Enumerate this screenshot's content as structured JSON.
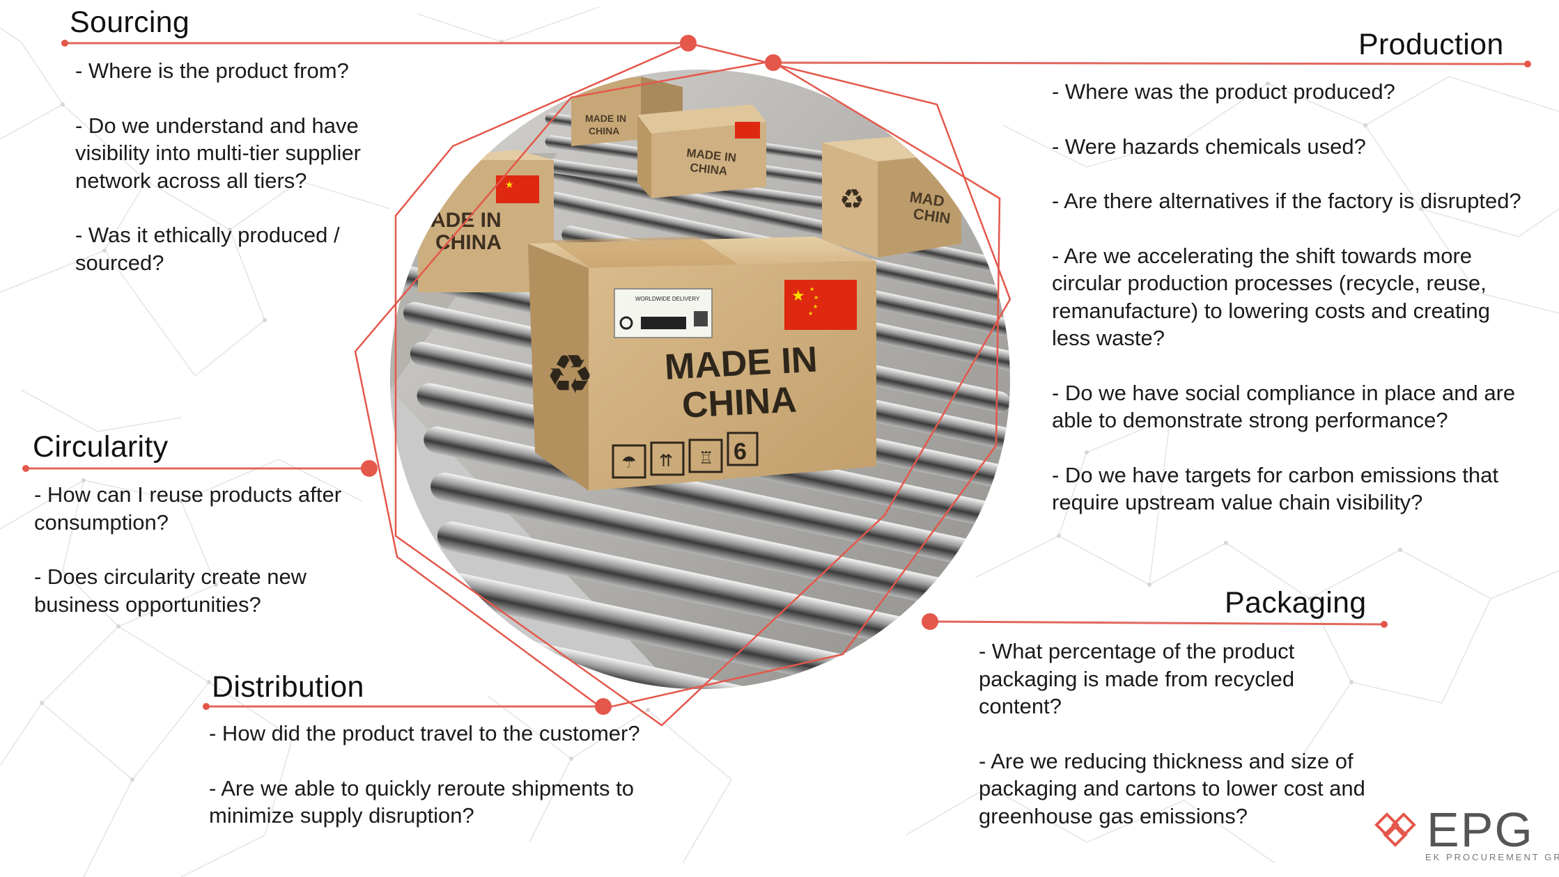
{
  "sections": {
    "sourcing": {
      "title": "Sourcing",
      "questions": [
        " - Where is the product from?",
        " - Do we understand and have visibility into multi-tier supplier network across all tiers?",
        " - Was it ethically produced / sourced?"
      ]
    },
    "production": {
      "title": "Production",
      "questions": [
        " - Where was the product produced?",
        " - Were hazards chemicals used?",
        " - Are there alternatives if the factory is disrupted?",
        " -  Are we accelerating the shift towards more circular production processes (recycle, reuse, remanufacture) to lowering costs and creating less waste?",
        " - Do we have social compliance in place and are able to demonstrate strong performance?",
        " - Do we have targets for carbon emissions that require upstream value chain visibility?"
      ]
    },
    "circularity": {
      "title": "Circularity",
      "questions": [
        " - How can I reuse products after consumption?",
        " - Does circularity create new business opportunities?"
      ]
    },
    "packaging": {
      "title": "Packaging",
      "questions": [
        " - What percentage of the product packaging  is made from recycled content?",
        " - Are we reducing thickness and size of packaging and cartons to lower cost and greenhouse gas emissions?"
      ]
    },
    "distribution": {
      "title": "Distribution",
      "questions": [
        " - How did the product travel to the customer?",
        " - Are we able to quickly reroute shipments to minimize supply disruption?"
      ]
    }
  },
  "photo": {
    "box_label_line1": "MADE IN",
    "box_label_line2": "CHINA",
    "shipping_label": "WORLDWIDE DELIVERY",
    "handling_digit": "6",
    "back_box_label_line1": "ADE IN",
    "back_box_label_line2": "CHINA",
    "far_box_label_line1": "MADE IN",
    "far_box_label_line2": "CHINA",
    "right_box_label_line1": "MAD",
    "right_box_label_line2": "CHIN"
  },
  "logo": {
    "word": "EPG",
    "subtitle": "EK PROCUREMENT GROUP"
  },
  "colors": {
    "accent": "#e4574b",
    "connector": "#e0675d",
    "text": "#1a1a1a",
    "box": "#c9a97c",
    "flag": "#de2910",
    "flag_star": "#ffde00",
    "logo_gray": "#555555",
    "network": "#d9d9d9"
  }
}
